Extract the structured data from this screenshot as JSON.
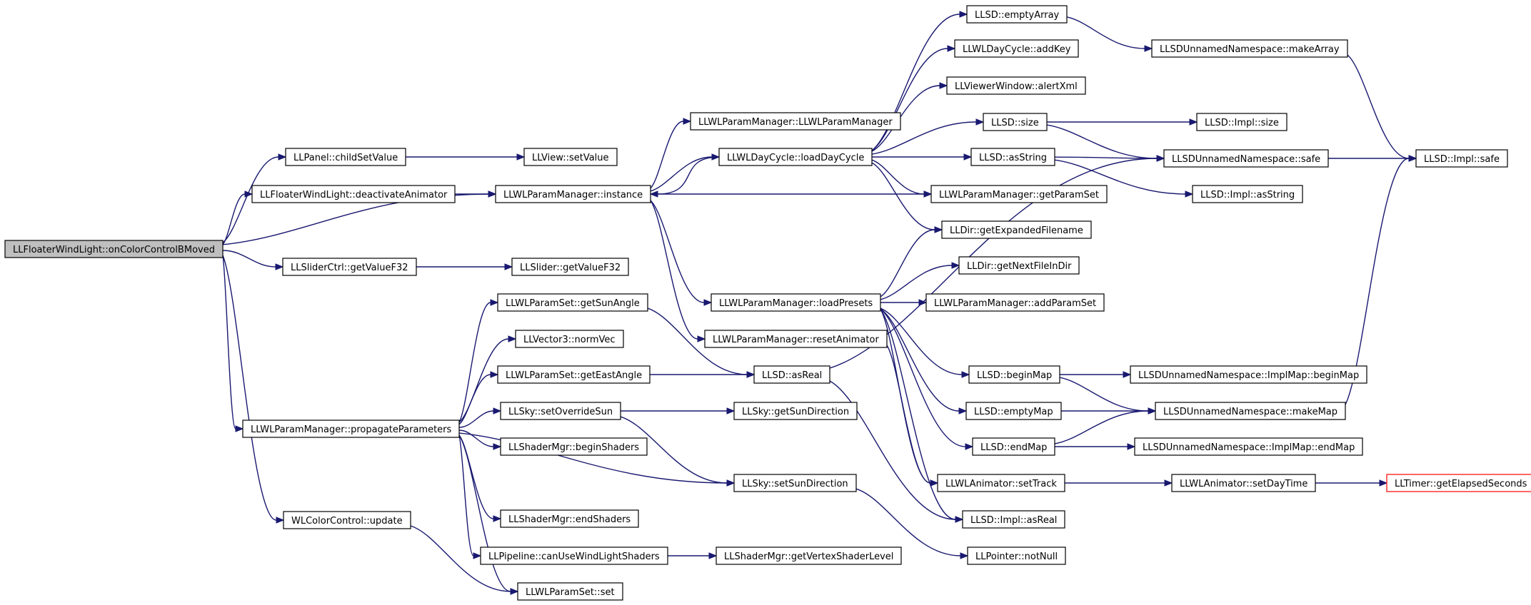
{
  "graph": {
    "root": "onColorControlBMoved",
    "nodes": [
      {
        "id": "onColorControlBMoved",
        "label": "LLFloaterWindLight::onColorControlBMoved",
        "style": "root"
      },
      {
        "id": "childSetValue",
        "label": "LLPanel::childSetValue"
      },
      {
        "id": "viewSetValue",
        "label": "LLView::setValue"
      },
      {
        "id": "deactivateAnimator",
        "label": "LLFloaterWindLight::deactivateAnimator"
      },
      {
        "id": "wlInstance",
        "label": "LLWLParamManager::instance"
      },
      {
        "id": "wlCtor",
        "label": "LLWLParamManager::LLWLParamManager"
      },
      {
        "id": "loadDayCycle",
        "label": "LLWLDayCycle::loadDayCycle"
      },
      {
        "id": "emptyArray",
        "label": "LLSD::emptyArray"
      },
      {
        "id": "makeArray",
        "label": "LLSDUnnamedNamespace::makeArray"
      },
      {
        "id": "addKey",
        "label": "LLWLDayCycle::addKey"
      },
      {
        "id": "alertXml",
        "label": "LLViewerWindow::alertXml"
      },
      {
        "id": "llsdSize",
        "label": "LLSD::size"
      },
      {
        "id": "implSize",
        "label": "LLSD::Impl::size"
      },
      {
        "id": "asString",
        "label": "LLSD::asString"
      },
      {
        "id": "nsSafe",
        "label": "LLSDUnnamedNamespace::safe"
      },
      {
        "id": "implSafe",
        "label": "LLSD::Impl::safe"
      },
      {
        "id": "getParamSet",
        "label": "LLWLParamManager::getParamSet"
      },
      {
        "id": "implAsString",
        "label": "LLSD::Impl::asString"
      },
      {
        "id": "getExpandedFilename",
        "label": "LLDir::getExpandedFilename"
      },
      {
        "id": "getNextFileInDir",
        "label": "LLDir::getNextFileInDir"
      },
      {
        "id": "getValueF32Ctrl",
        "label": "LLSliderCtrl::getValueF32"
      },
      {
        "id": "getValueF32",
        "label": "LLSlider::getValueF32"
      },
      {
        "id": "loadPresets",
        "label": "LLWLParamManager::loadPresets"
      },
      {
        "id": "addParamSet",
        "label": "LLWLParamManager::addParamSet"
      },
      {
        "id": "getSunAngle",
        "label": "LLWLParamSet::getSunAngle"
      },
      {
        "id": "resetAnimator",
        "label": "LLWLParamManager::resetAnimator"
      },
      {
        "id": "normVec",
        "label": "LLVector3::normVec"
      },
      {
        "id": "beginMap",
        "label": "LLSD::beginMap"
      },
      {
        "id": "implMapBegin",
        "label": "LLSDUnnamedNamespace::ImplMap::beginMap"
      },
      {
        "id": "getEastAngle",
        "label": "LLWLParamSet::getEastAngle"
      },
      {
        "id": "asReal",
        "label": "LLSD::asReal"
      },
      {
        "id": "setOverrideSun",
        "label": "LLSky::setOverrideSun"
      },
      {
        "id": "getSunDirection",
        "label": "LLSky::getSunDirection"
      },
      {
        "id": "emptyMap",
        "label": "LLSD::emptyMap"
      },
      {
        "id": "makeMap",
        "label": "LLSDUnnamedNamespace::makeMap"
      },
      {
        "id": "propagateParameters",
        "label": "LLWLParamManager::propagateParameters"
      },
      {
        "id": "beginShaders",
        "label": "LLShaderMgr::beginShaders"
      },
      {
        "id": "endMap",
        "label": "LLSD::endMap"
      },
      {
        "id": "implMapEnd",
        "label": "LLSDUnnamedNamespace::ImplMap::endMap"
      },
      {
        "id": "setSunDirection",
        "label": "LLSky::setSunDirection"
      },
      {
        "id": "setTrack",
        "label": "LLWLAnimator::setTrack"
      },
      {
        "id": "setDayTime",
        "label": "LLWLAnimator::setDayTime"
      },
      {
        "id": "getElapsedSeconds",
        "label": "LLTimer::getElapsedSeconds",
        "style": "highlight"
      },
      {
        "id": "colorControlUpdate",
        "label": "WLColorControl::update"
      },
      {
        "id": "endShaders",
        "label": "LLShaderMgr::endShaders"
      },
      {
        "id": "implAsReal",
        "label": "LLSD::Impl::asReal"
      },
      {
        "id": "canUseWindLight",
        "label": "LLPipeline::canUseWindLightShaders"
      },
      {
        "id": "getVertexShaderLevel",
        "label": "LLShaderMgr::getVertexShaderLevel"
      },
      {
        "id": "notNull",
        "label": "LLPointer::notNull"
      },
      {
        "id": "paramSetSet",
        "label": "LLWLParamSet::set"
      }
    ],
    "edges": [
      [
        "onColorControlBMoved",
        "childSetValue"
      ],
      [
        "onColorControlBMoved",
        "deactivateAnimator"
      ],
      [
        "onColorControlBMoved",
        "wlInstance"
      ],
      [
        "onColorControlBMoved",
        "getValueF32Ctrl"
      ],
      [
        "onColorControlBMoved",
        "propagateParameters"
      ],
      [
        "onColorControlBMoved",
        "colorControlUpdate"
      ],
      [
        "childSetValue",
        "viewSetValue"
      ],
      [
        "deactivateAnimator",
        "wlInstance"
      ],
      [
        "getValueF32Ctrl",
        "getValueF32"
      ],
      [
        "wlInstance",
        "wlCtor"
      ],
      [
        "wlInstance",
        "loadDayCycle"
      ],
      [
        "wlInstance",
        "getParamSet"
      ],
      [
        "wlInstance",
        "loadPresets"
      ],
      [
        "wlInstance",
        "resetAnimator"
      ],
      [
        "loadDayCycle",
        "wlInstance"
      ],
      [
        "loadDayCycle",
        "emptyArray"
      ],
      [
        "loadDayCycle",
        "addKey"
      ],
      [
        "loadDayCycle",
        "alertXml"
      ],
      [
        "loadDayCycle",
        "llsdSize"
      ],
      [
        "loadDayCycle",
        "asString"
      ],
      [
        "loadDayCycle",
        "getParamSet"
      ],
      [
        "loadDayCycle",
        "getExpandedFilename"
      ],
      [
        "emptyArray",
        "makeArray"
      ],
      [
        "makeArray",
        "implSafe"
      ],
      [
        "llsdSize",
        "implSize"
      ],
      [
        "llsdSize",
        "nsSafe"
      ],
      [
        "asString",
        "nsSafe"
      ],
      [
        "asString",
        "implAsString"
      ],
      [
        "nsSafe",
        "implSafe"
      ],
      [
        "loadPresets",
        "getExpandedFilename"
      ],
      [
        "loadPresets",
        "getNextFileInDir"
      ],
      [
        "loadPresets",
        "addParamSet"
      ],
      [
        "loadPresets",
        "beginMap"
      ],
      [
        "loadPresets",
        "emptyMap"
      ],
      [
        "loadPresets",
        "endMap"
      ],
      [
        "loadPresets",
        "setTrack"
      ],
      [
        "loadPresets",
        "implAsReal"
      ],
      [
        "resetAnimator",
        "setTrack"
      ],
      [
        "beginMap",
        "implMapBegin"
      ],
      [
        "beginMap",
        "makeMap"
      ],
      [
        "emptyMap",
        "makeMap"
      ],
      [
        "endMap",
        "makeMap"
      ],
      [
        "endMap",
        "implMapEnd"
      ],
      [
        "makeMap",
        "implSafe"
      ],
      [
        "asReal",
        "nsSafe"
      ],
      [
        "asReal",
        "implAsReal"
      ],
      [
        "getSunAngle",
        "asReal"
      ],
      [
        "getEastAngle",
        "asReal"
      ],
      [
        "setOverrideSun",
        "getSunDirection"
      ],
      [
        "setOverrideSun",
        "setSunDirection"
      ],
      [
        "setSunDirection",
        "notNull"
      ],
      [
        "setTrack",
        "setDayTime"
      ],
      [
        "setDayTime",
        "getElapsedSeconds"
      ],
      [
        "propagateParameters",
        "getSunAngle"
      ],
      [
        "propagateParameters",
        "normVec"
      ],
      [
        "propagateParameters",
        "getEastAngle"
      ],
      [
        "propagateParameters",
        "setOverrideSun"
      ],
      [
        "propagateParameters",
        "beginShaders"
      ],
      [
        "propagateParameters",
        "setSunDirection"
      ],
      [
        "propagateParameters",
        "endShaders"
      ],
      [
        "propagateParameters",
        "canUseWindLight"
      ],
      [
        "propagateParameters",
        "paramSetSet"
      ],
      [
        "canUseWindLight",
        "getVertexShaderLevel"
      ],
      [
        "colorControlUpdate",
        "paramSetSet"
      ]
    ]
  }
}
